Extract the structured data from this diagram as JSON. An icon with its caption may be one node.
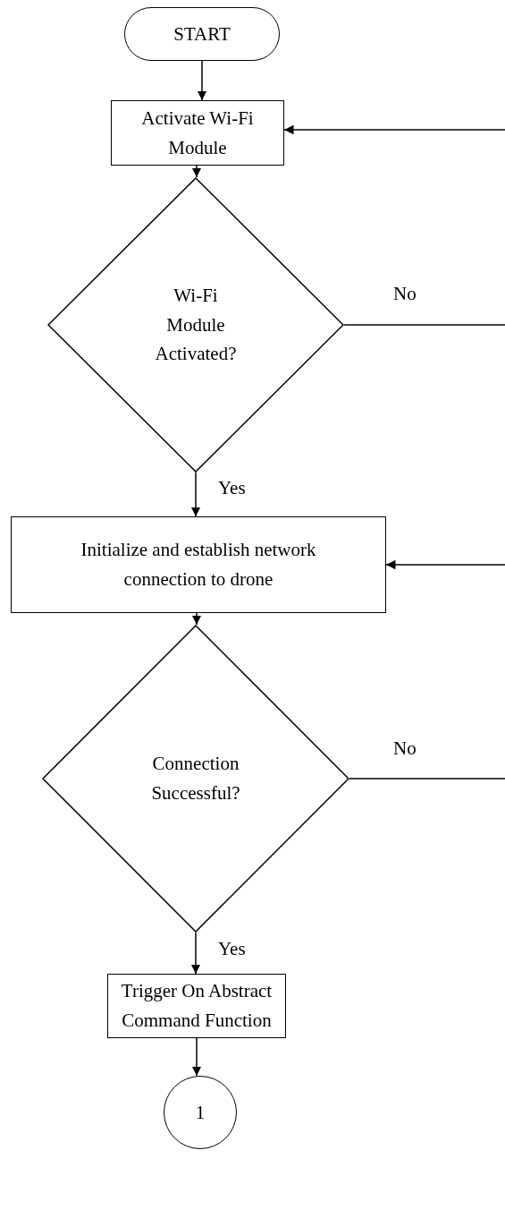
{
  "diagram": {
    "nodes": [
      {
        "text": [
          "START"
        ]
      },
      {
        "text": [
          "Activate Wi-Fi Module"
        ]
      },
      {
        "text": [
          "Wi-Fi Module Activated?"
        ]
      },
      {
        "text": [
          "Initialize and establish network connection to drone"
        ]
      },
      {
        "text": [
          "Connection Successful?"
        ]
      },
      {
        "text": [
          "Trigger On Abstract Command Function"
        ]
      },
      {
        "text": [
          "1"
        ]
      }
    ],
    "edges": [
      {
        "from": 0,
        "to": 1,
        "arrow": "to"
      },
      {
        "from": 1,
        "to": 2,
        "arrow": "to"
      },
      {
        "from": 2,
        "to": null,
        "arrow": "none",
        "label": "No"
      },
      {
        "from": null,
        "to": 1,
        "arrow": "to"
      },
      {
        "from": 2,
        "to": 3,
        "arrow": "to",
        "label": "Yes"
      },
      {
        "from": 3,
        "to": 4,
        "arrow": "to"
      },
      {
        "from": 4,
        "to": null,
        "arrow": "none",
        "label": "No"
      },
      {
        "from": null,
        "to": 3,
        "arrow": "to"
      },
      {
        "from": 4,
        "to": 5,
        "arrow": "to",
        "label": "Yes"
      },
      {
        "from": 5,
        "to": 6,
        "arrow": "to"
      }
    ]
  }
}
